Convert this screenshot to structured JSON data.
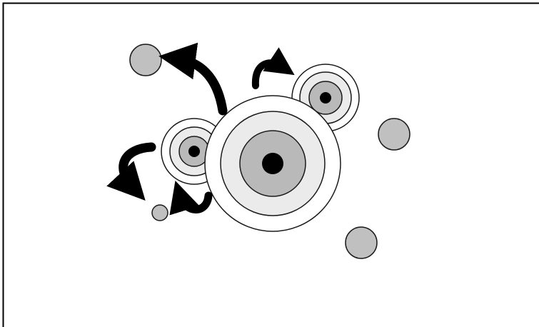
{
  "diagram": {
    "colors": {
      "background": "#ffffff",
      "frame": "#000000",
      "outline": "#1a1a1a",
      "ring_outer": "#ffffff",
      "ring_light": "#ebebeb",
      "ring_mid": "#b9b9b9",
      "core": "#000000",
      "satellite": "#c0c0c0",
      "arrow": "#000000"
    },
    "target_groups": [
      {
        "name": "large-center-target",
        "rings": 4
      },
      {
        "name": "upper-right-target",
        "rings": 4
      },
      {
        "name": "left-target",
        "rings": 4
      }
    ],
    "satellite_count": 4,
    "arrow_count": 4
  }
}
